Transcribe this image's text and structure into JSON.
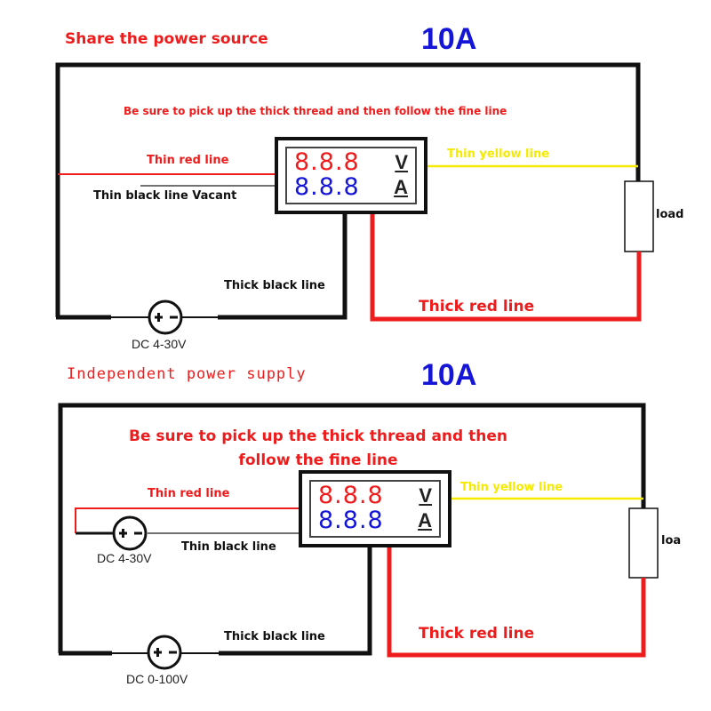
{
  "colors": {
    "red": "#ee1c1c",
    "blue": "#1515d8",
    "yellow": "#f5ea00",
    "black": "#111111"
  },
  "top_panel": {
    "title": "Share the power source",
    "current_rating": "10A",
    "instruction": "Be sure to pick up the thick thread and then follow the fine line",
    "meter": {
      "voltage_display": "8.8.8",
      "voltage_unit": "V",
      "current_display": "8.8.8",
      "current_unit": "A"
    },
    "labels": {
      "thin_red": "Thin red line",
      "thin_black": "Thin black line Vacant",
      "thin_yellow": "Thin yellow line",
      "thick_black": "Thick black line",
      "thick_red": "Thick red line",
      "load": "load",
      "source": "DC 4-30V"
    }
  },
  "bottom_panel": {
    "title": "Independent power supply",
    "current_rating": "10A",
    "instruction_line1": "Be sure to pick up the thick thread and then",
    "instruction_line2": "follow the fine line",
    "meter": {
      "voltage_display": "8.8.8",
      "voltage_unit": "V",
      "current_display": "8.8.8",
      "current_unit": "A"
    },
    "labels": {
      "thin_red": "Thin red line",
      "thin_black": "Thin black line",
      "thin_yellow": "Thin yellow line",
      "thick_black": "Thick black line",
      "thick_red": "Thick red line",
      "load": "loa",
      "aux_source": "DC 4-30V",
      "main_source": "DC 0-100V"
    }
  }
}
